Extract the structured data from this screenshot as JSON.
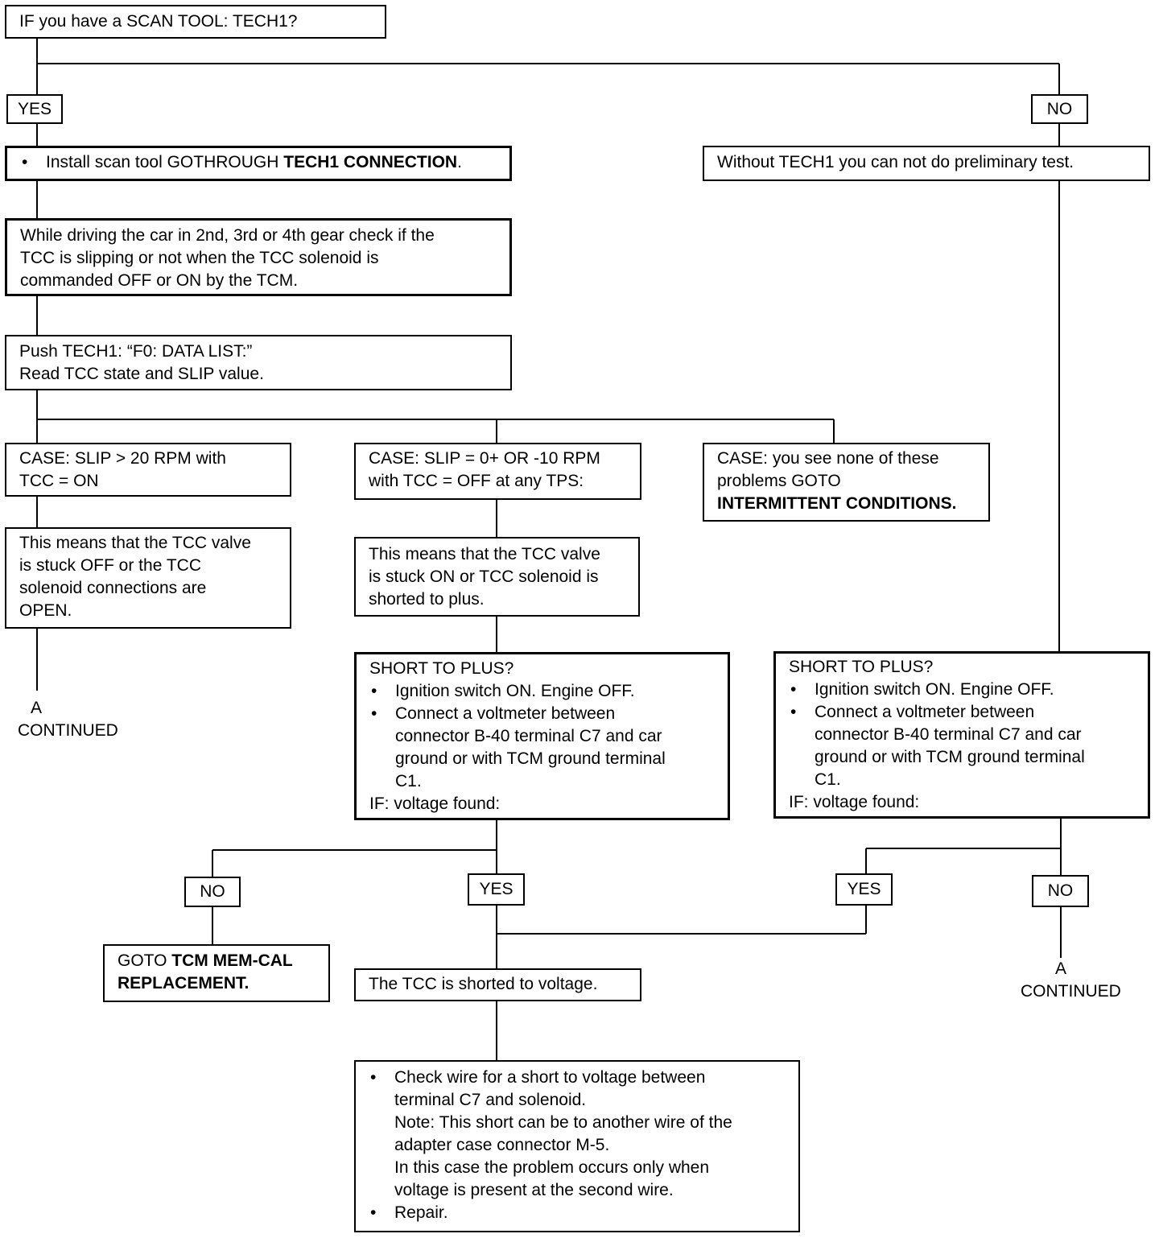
{
  "start": {
    "text": "IF you have a SCAN TOOL: TECH1?"
  },
  "labels": {
    "yes": "YES",
    "no": "NO"
  },
  "yes_branch": {
    "install": {
      "prefix": "Install scan tool GOTHROUGH ",
      "bold": "TECH1 CONNECTION",
      "suffix": "."
    },
    "driving": [
      "While driving the car in 2nd, 3rd or 4th gear check if the",
      "TCC is slipping or not when the TCC solenoid is",
      "commanded OFF or ON by the TCM."
    ],
    "push": [
      "Push TECH1: “F0: DATA LIST:”",
      "Read TCC state and SLIP value."
    ]
  },
  "no_branch": {
    "text": "Without TECH1 you can not do preliminary test."
  },
  "cases": {
    "slip_on": [
      "CASE: SLIP > 20 RPM with",
      "TCC = ON"
    ],
    "slip_off": [
      "CASE: SLIP = 0+ OR -10 RPM",
      "with TCC = OFF at any TPS:"
    ],
    "none": {
      "lines": [
        "CASE: you see none of these",
        "problems GOTO"
      ],
      "bold": "INTERMITTENT CONDITIONS."
    }
  },
  "meanings": {
    "stuck_off": [
      "This means that the TCC valve",
      "is stuck OFF or the TCC",
      "solenoid connections are",
      "OPEN."
    ],
    "stuck_on": [
      "This means that the TCC valve",
      "is stuck ON or TCC solenoid is",
      "shorted to plus."
    ]
  },
  "short_check": {
    "title": "SHORT TO PLUS?",
    "bullet1": "Ignition switch ON.  Engine OFF.",
    "bullet2": [
      "Connect a voltmeter between",
      "connector B-40 terminal C7 and car",
      "ground or with TCM ground terminal",
      "C1."
    ],
    "if_line": "IF:  voltage found:"
  },
  "continued": {
    "letter": "A",
    "text": "CONTINUED"
  },
  "memcal": {
    "prefix": "GOTO ",
    "bold1": "TCM MEM-CAL",
    "bold2": "REPLACEMENT."
  },
  "shorted": {
    "text": "The TCC is shorted to voltage."
  },
  "check_wire": {
    "bullet1": [
      "Check wire for a short to voltage between",
      "terminal C7 and solenoid."
    ],
    "note": [
      "Note:  This short can be to another wire of the",
      "adapter case connector M-5.",
      "In this case the problem occurs only when",
      "voltage is present at the second wire."
    ],
    "bullet2": "Repair."
  }
}
